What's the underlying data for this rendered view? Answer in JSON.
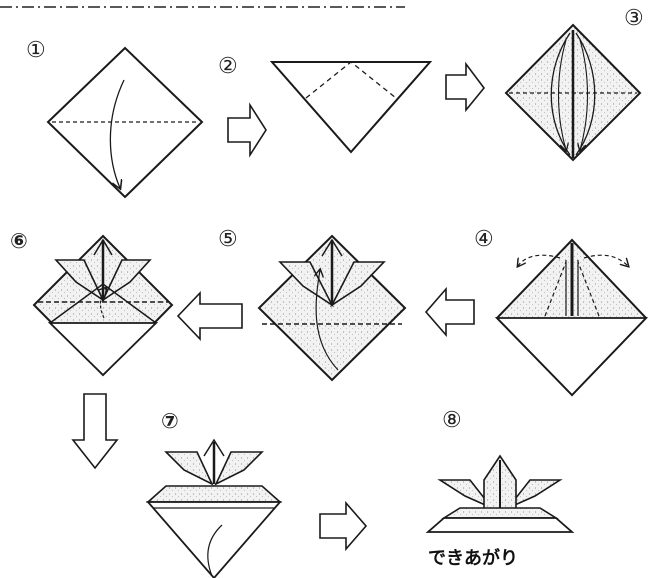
{
  "steps": [
    {
      "number": "①"
    },
    {
      "number": "②"
    },
    {
      "number": "③"
    },
    {
      "number": "④"
    },
    {
      "number": "⑤"
    },
    {
      "number": "⑥"
    },
    {
      "number": "⑦"
    },
    {
      "number": "⑧"
    }
  ],
  "caption": "できあがり",
  "colors": {
    "line": "#1a1a1a",
    "shade": "#d8d8d8",
    "paper": "#ffffff"
  },
  "icons": [
    "arrow-right-icon",
    "arrow-left-icon",
    "arrow-down-icon",
    "fold-arrow-icon"
  ]
}
